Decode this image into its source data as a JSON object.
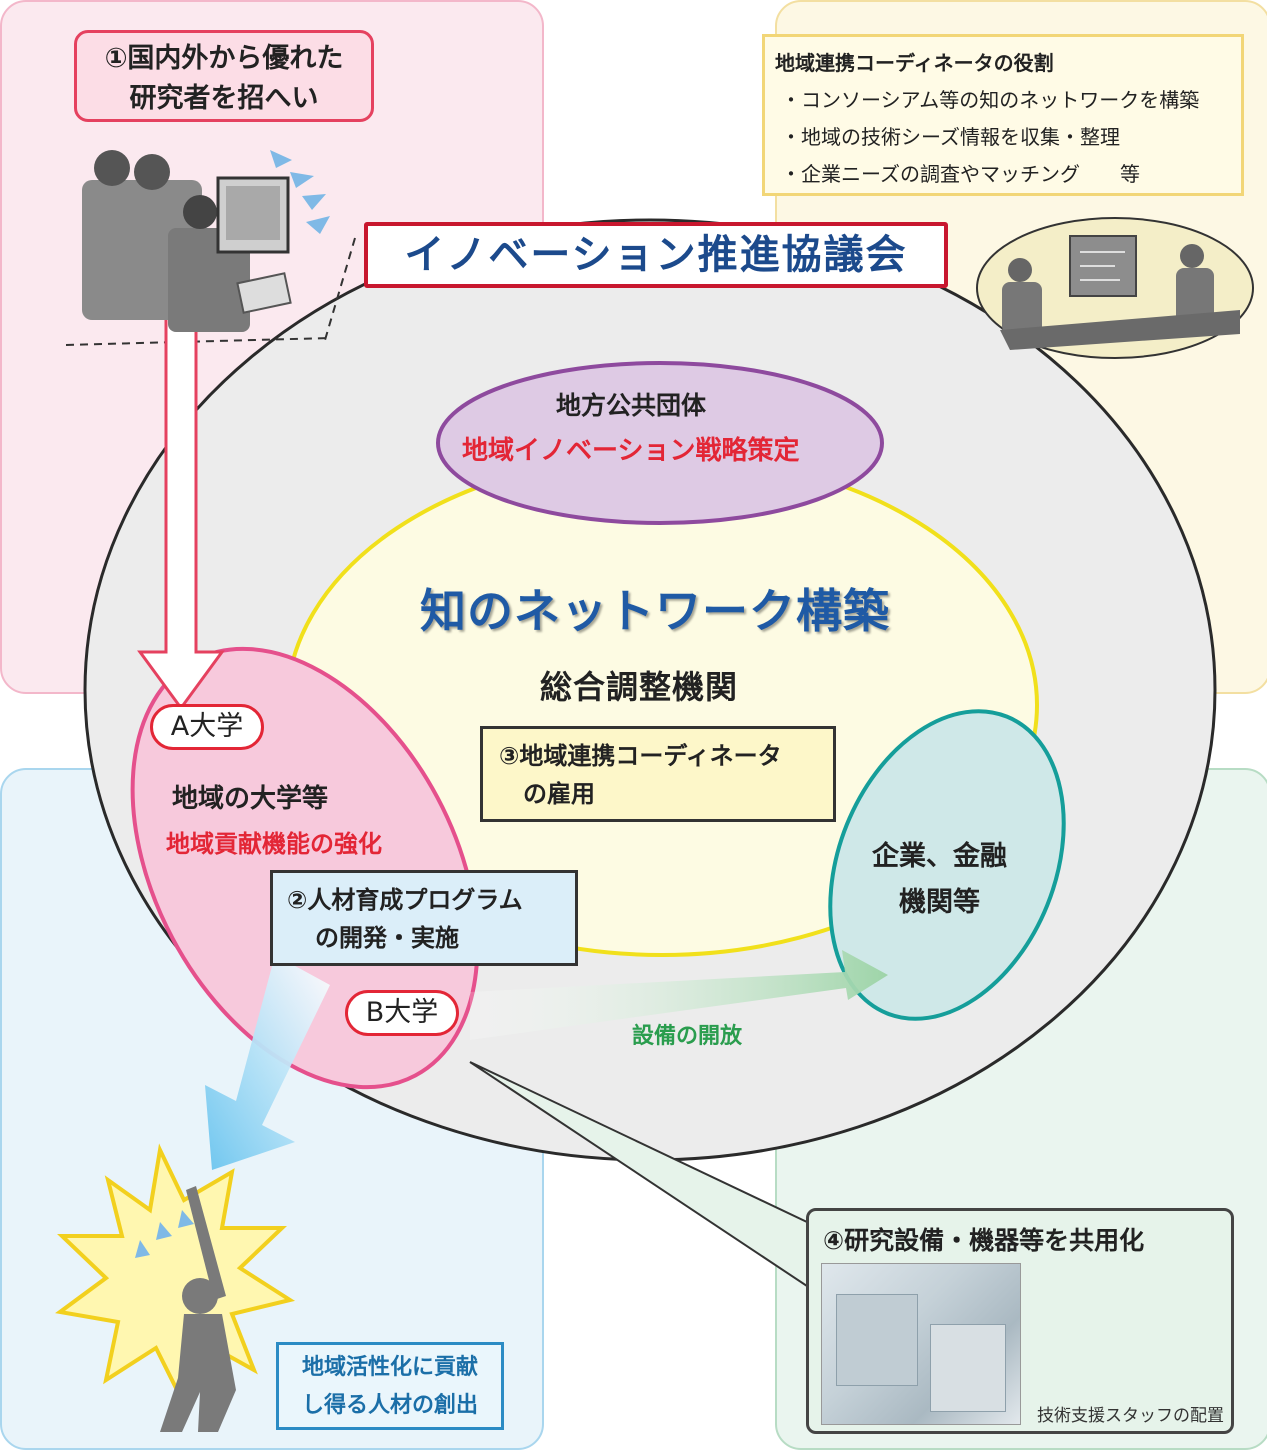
{
  "recruit": {
    "line1": "①国内外から優れた",
    "line2": "研究者を招へい"
  },
  "roles": {
    "title": "地域連携コーディネータの役割",
    "items": [
      "・コンソーシアム等の知のネットワークを構築",
      "・地域の技術シーズ情報を収集・整理",
      "・企業ニーズの調査やマッチング　　等"
    ]
  },
  "council": {
    "title": "イノベーション推進協議会"
  },
  "government": {
    "title": "地方公共団体",
    "subtitle": "地域イノベーション戦略策定"
  },
  "center": {
    "title": "知のネットワーク構築",
    "subtitle": "総合調整機関"
  },
  "coordinator": {
    "line1": "③地域連携コーディネータ",
    "line2": "の雇用"
  },
  "universities": {
    "a_label": "A大学",
    "b_label": "B大学",
    "title": "地域の大学等",
    "subtitle": "地域貢献機能の強化"
  },
  "hr_program": {
    "line1": "②人材育成プログラム",
    "line2": "の開発・実施"
  },
  "business": {
    "line1": "企業、金融",
    "line2": "機関等"
  },
  "open_facility": {
    "label": "設備の開放"
  },
  "talent": {
    "line1": "地域活性化に貢献",
    "line2": "し得る人材の創出"
  },
  "sharing": {
    "title": "④研究設備・機器等を共用化",
    "caption": "技術支援スタッフの配置"
  },
  "colors": {
    "council_border": "#c8172e",
    "council_text": "#1c4a8c",
    "red_text": "#e32636",
    "network_text": "#1f5aa5",
    "green_text": "#2a9d4e",
    "gov_ellipse": "#decae4",
    "univ_ellipse": "#f7c9dc",
    "biz_ellipse": "#cfe8e8",
    "center_ellipse": "#fdfbe3"
  }
}
